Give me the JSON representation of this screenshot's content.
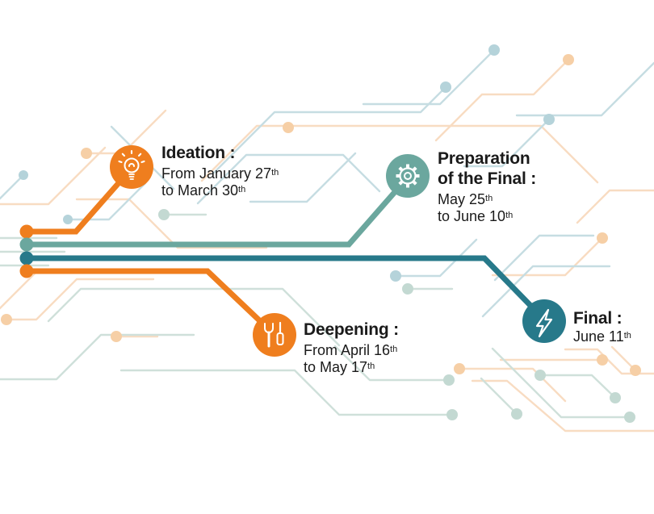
{
  "palette": {
    "orange": "#EF7E1E",
    "teal_medium": "#6BA79E",
    "teal_dark": "#27798A",
    "text": "#1A1A1A",
    "trace_teal": "#C6DDE2",
    "trace_sage": "#CFE0DA",
    "trace_orange": "#F8DCC2"
  },
  "milestones": [
    {
      "id": "ideation",
      "icon": "lightbulb-icon",
      "color": "#EF7E1E",
      "title_lines": [
        "Ideation :"
      ],
      "date_lines": [
        {
          "text": "From January 27",
          "sup": "th"
        },
        {
          "text": "to March 30",
          "sup": "th"
        }
      ]
    },
    {
      "id": "preparation",
      "icon": "gear-icon",
      "color": "#6BA79E",
      "title_lines": [
        "Preparation",
        "of the Final :"
      ],
      "date_lines": [
        {
          "text": "May 25",
          "sup": "th"
        },
        {
          "text": "to June 10",
          "sup": "th"
        }
      ]
    },
    {
      "id": "deepening",
      "icon": "tools-icon",
      "color": "#EF7E1E",
      "title_lines": [
        "Deepening :"
      ],
      "date_lines": [
        {
          "text": "From April 16",
          "sup": "th"
        },
        {
          "text": "to May 17",
          "sup": "th"
        }
      ]
    },
    {
      "id": "final",
      "icon": "lightning-icon",
      "color": "#27798A",
      "title_lines": [
        "Final :"
      ],
      "date_lines": [
        {
          "text": "June 11",
          "sup": "th"
        }
      ]
    }
  ]
}
